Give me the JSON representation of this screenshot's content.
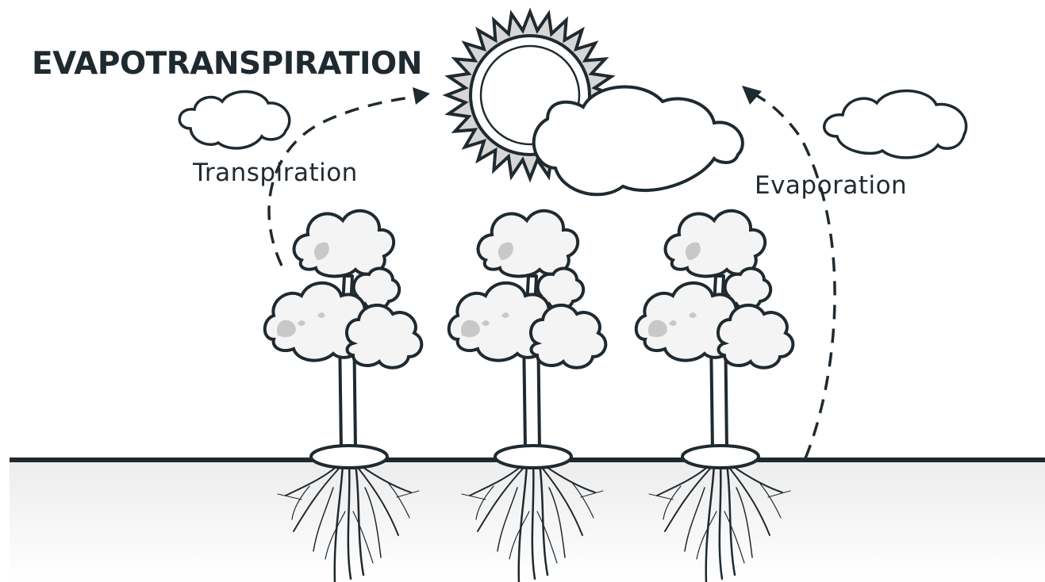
{
  "diagram": {
    "title": "EVAPOTRANSPIRATION",
    "labels": {
      "transpiration": "Transpiration",
      "evaporation": "Evaporation"
    },
    "icons": [
      "sun-icon",
      "cloud-icon",
      "tree-icon",
      "roots-icon",
      "arrow-icon"
    ],
    "colors": {
      "outline": "#1f2a30",
      "foliage_shadow": "#c8c8c8",
      "foliage_fill": "#f4f4f4",
      "sun_ring": "#d6d6d6",
      "ground_top": "#f2f2f2",
      "ground_bottom": "#ffffff"
    }
  }
}
